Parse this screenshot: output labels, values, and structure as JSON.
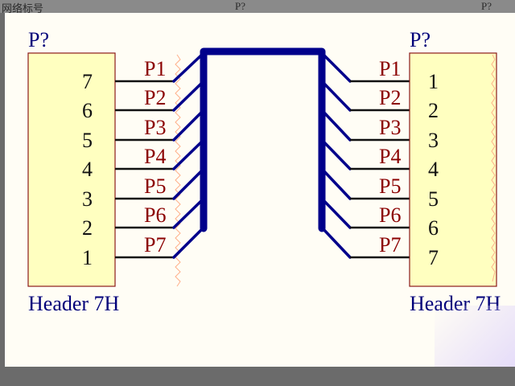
{
  "top_strip": [
    "网络标号",
    "P?",
    "P?"
  ],
  "schematic": {
    "left_header": {
      "designator": "P?",
      "comment": "Header 7H",
      "pins": [
        "7",
        "6",
        "5",
        "4",
        "3",
        "2",
        "1"
      ],
      "nets": [
        "P1",
        "P2",
        "P3",
        "P4",
        "P5",
        "P6",
        "P7"
      ]
    },
    "right_header": {
      "designator": "P?",
      "comment": "Header 7H",
      "pins": [
        "1",
        "2",
        "3",
        "4",
        "5",
        "6",
        "7"
      ],
      "nets": [
        "P1",
        "P2",
        "P3",
        "P4",
        "P5",
        "P6",
        "P7"
      ]
    },
    "colors": {
      "component_fill": "#ffffc0",
      "component_border": "#8b1a1a",
      "bus": "#00008b",
      "wire": "#111111",
      "net_label": "#8b0000",
      "designator": "#00007a",
      "sheet_bg": "#fffdf5"
    }
  }
}
